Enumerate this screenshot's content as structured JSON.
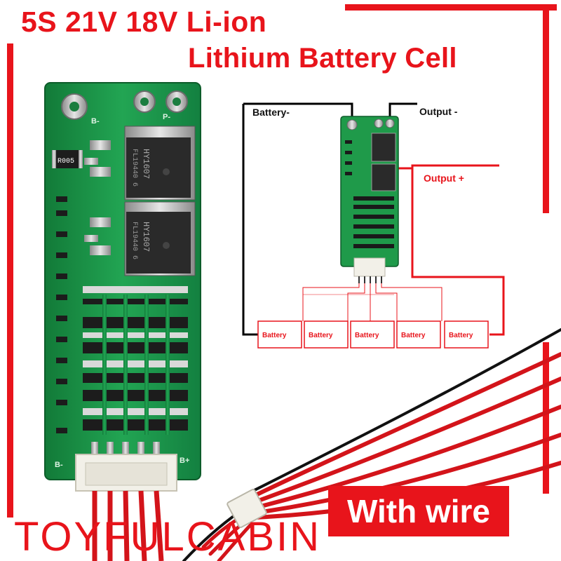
{
  "headline": {
    "line1": "5S 21V 18V  Li-ion",
    "line2": "Lithium Battery Cell"
  },
  "board": {
    "resistor_code": "R005",
    "mosfet_marking_1": "HY1607",
    "mosfet_marking_1b": "FL19440 6",
    "mosfet_marking_2": "HY1607",
    "mosfet_marking_2b": "FL19440 6",
    "pad_b_minus": "B-",
    "pad_p_minus": "P-",
    "pad_b_plus": "B+"
  },
  "diagram": {
    "battery_minus_label": "Battery-",
    "output_minus_label": "Output -",
    "output_plus_label": "Output +",
    "cells": [
      "Battery",
      "Battery",
      "Battery",
      "Battery",
      "Battery"
    ],
    "colors": {
      "wire_black": "#000000",
      "wire_red": "#e8141b",
      "pcb_green": "#1f9a4a"
    }
  },
  "callout": {
    "wire_label": "With wire"
  },
  "brand": {
    "name": "TOYFULCABIN"
  },
  "colors": {
    "accent": "#e8141b",
    "pcb": "#1f9a4a",
    "background": "#ffffff"
  }
}
